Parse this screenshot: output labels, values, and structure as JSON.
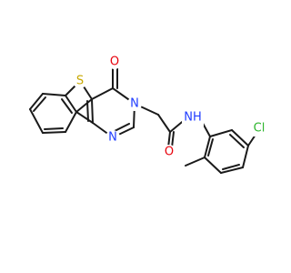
{
  "colors": {
    "bond": "#1a1a1a",
    "sulfur": "#c8a800",
    "oxygen": "#e8000b",
    "nitrogen": "#1f3cff",
    "chlorine": "#2db52d",
    "carbon": "#1a1a1a"
  },
  "atoms": {
    "S": "S",
    "O_ring": "O",
    "O_amide": "O",
    "N_ring_3": "N",
    "N_ring_1": "N",
    "NH": "NH",
    "Cl": "Cl"
  }
}
